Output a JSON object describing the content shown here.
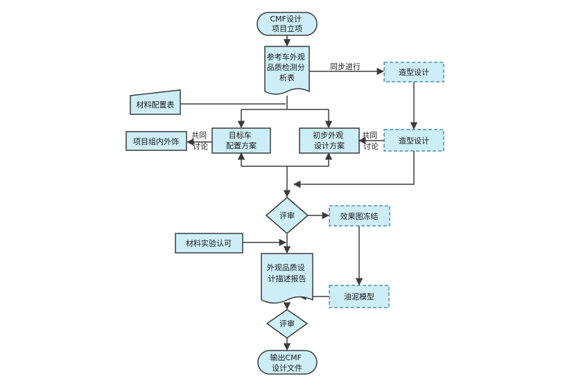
{
  "colors": {
    "fill": "#cdeef6",
    "stroke": "#3a3a3a",
    "dashed_stroke": "#4a8fa8",
    "line": "#3a3a3a",
    "background": "#ffffff"
  },
  "nodes": {
    "start": [
      "CMF设计",
      "项目立项"
    ],
    "ref_doc": [
      "参考车外观",
      "品质检测分",
      "析表"
    ],
    "styling1": [
      "造型设计"
    ],
    "material_config": [
      "材料配置表"
    ],
    "target_car": [
      "目标车",
      "配置方案"
    ],
    "prelim_design": [
      "初步外观",
      "设计方案"
    ],
    "styling2": [
      "造型设计"
    ],
    "interior_team": [
      "项目组内外饰"
    ],
    "review1": [
      "评审"
    ],
    "render_freeze": [
      "效果图冻结"
    ],
    "material_test": [
      "材料实验认可"
    ],
    "report_doc": [
      "外观品质设",
      "计描述报告"
    ],
    "clay_model": [
      "油泥模型"
    ],
    "review2": [
      "评审"
    ],
    "end": [
      "输出CMF",
      "设计文件"
    ]
  },
  "edge_labels": {
    "sync": [
      "同步进行"
    ],
    "discuss_left": [
      "共同",
      "讨论"
    ],
    "discuss_right": [
      "共同",
      "讨论"
    ]
  }
}
